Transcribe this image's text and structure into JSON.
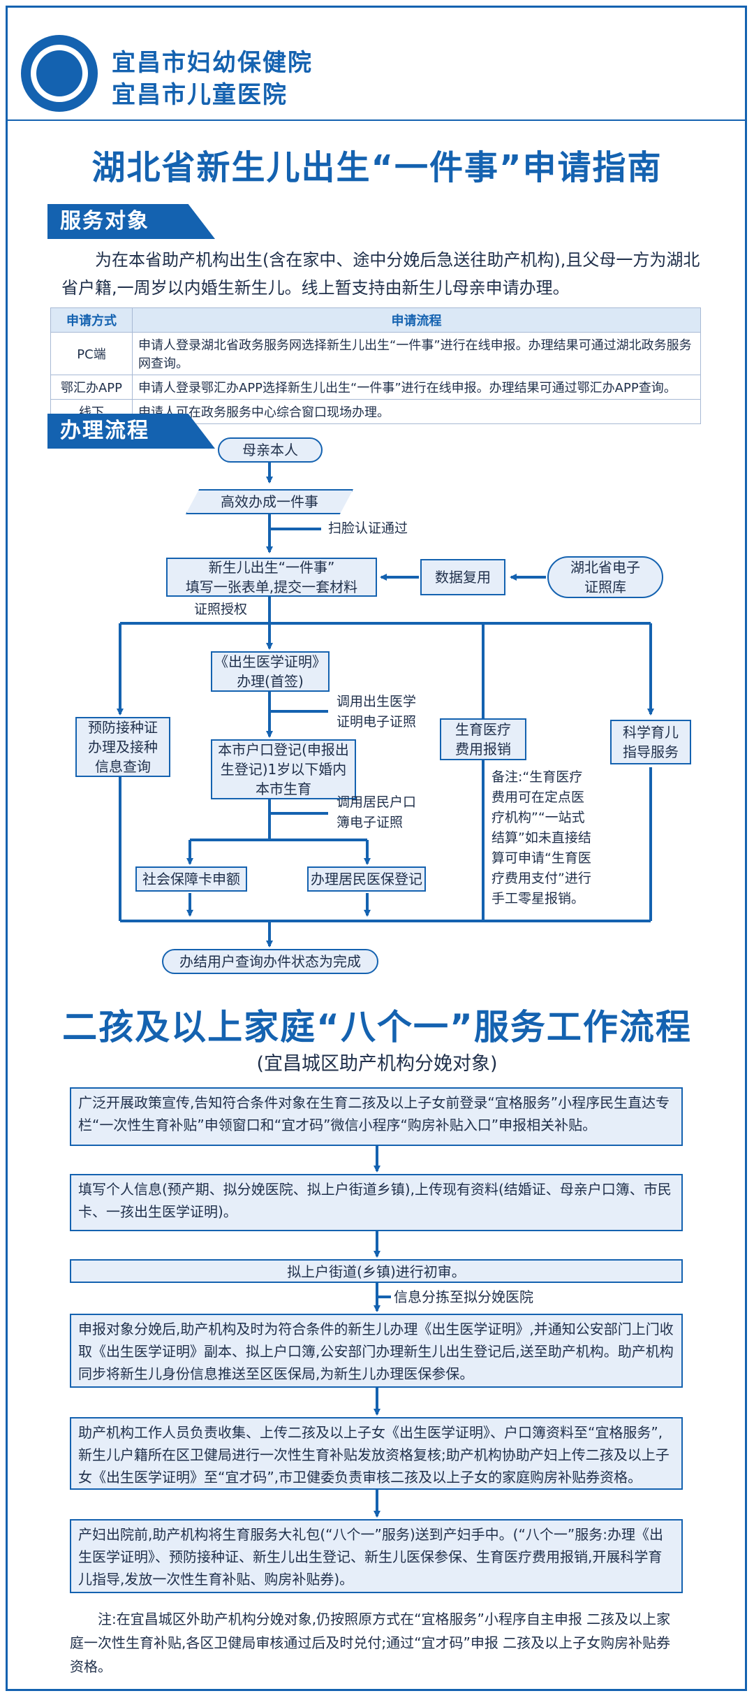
{
  "header": {
    "hospital_name_1": "宜昌市妇幼保健院",
    "hospital_name_2": "宜昌市儿童医院"
  },
  "part1": {
    "title": "湖北省新生儿出生“一件事”申请指南",
    "service_section_tag": "服务对象",
    "service_text": "为在本省助产机构出生(含在家中、途中分娩后急送往助产机构),且父母一方为湖北省户籍,一周岁以内婚生新生儿。线上暂支持由新生儿母亲申请办理。",
    "table": {
      "headers": [
        "申请方式",
        "申请流程"
      ],
      "rows": [
        {
          "method": "PC端",
          "flow": "申请人登录湖北省政务服务网选择新生儿出生“一件事”进行在线申报。办理结果可通过湖北政务服务网查询。"
        },
        {
          "method": "鄂汇办APP",
          "flow": "申请人登录鄂汇办APP选择新生儿出生“一件事”进行在线申报。办理结果可通过鄂汇办APP查询。"
        },
        {
          "method": "线下",
          "flow": "申请人可在政务服务中心综合窗口现场办理。"
        }
      ]
    },
    "process_section_tag": "办理流程"
  },
  "flow": {
    "mother": "母亲本人",
    "efficient": "高效办成一件事",
    "face_auth": "扫脸认证通过",
    "form_line1": "新生儿出生“一件事”",
    "form_line2": "填写一张表单,提交一套材料",
    "data_reuse": "数据复用",
    "cert_lib_line1": "湖北省电子",
    "cert_lib_line2": "证照库",
    "cert_auth": "证照授权",
    "birth_cert_line1": "《出生医学证明》",
    "birth_cert_line2": "办理(首签)",
    "call_birth_line1": "调用出生医学",
    "call_birth_line2": "证明电子证照",
    "vaccine_line1": "预防接种证",
    "vaccine_line2": "办理及接种",
    "vaccine_line3": "信息查询",
    "hukou_line1": "本市户口登记(申报出",
    "hukou_line2": "生登记)1岁以下婚内",
    "hukou_line3": "本市生育",
    "call_hukou_line1": "调用居民户口",
    "call_hukou_line2": "簿电子证照",
    "medical_line1": "生育医疗",
    "medical_line2": "费用报销",
    "parenting_line1": "科学育儿",
    "parenting_line2": "指导服务",
    "note_lines": [
      "备注:“生育医疗",
      "费用可在定点医",
      "疗机构”“一站式",
      "结算”如未直接结",
      "算可申请“生育医",
      "疗费用支付”进行",
      "手工零星报销。"
    ],
    "social_card": "社会保障卡申额",
    "resident_insurance": "办理居民医保登记",
    "complete": "办结用户查询办件状态为完成"
  },
  "part2": {
    "title": "二孩及以上家庭“八个一”服务工作流程",
    "subtitle": "(宜昌城区助产机构分娩对象)",
    "step1": "广泛开展政策宣传,告知符合条件对象在生育二孩及以上子女前登录“宜格服务”小程序民生直达专栏“一次性生育补贴”申领窗口和“宜才码”微信小程序“购房补贴入口”申报相关补贴。",
    "step2": "填写个人信息(预产期、拟分娩医院、拟上户街道乡镇),上传现有资料(结婚证、母亲户口簿、市民卡、一孩出生医学证明)。",
    "step3": "拟上户街道(乡镇)进行初审。",
    "info_sort": "信息分拣至拟分娩医院",
    "step4": "申报对象分娩后,助产机构及时为符合条件的新生儿办理《出生医学证明》,并通知公安部门上门收取《出生医学证明》副本、拟上户口簿,公安部门办理新生儿出生登记后,送至助产机构。助产机构同步将新生儿身份信息推送至区医保局,为新生儿办理医保参保。",
    "step5": "助产机构工作人员负责收集、上传二孩及以上子女《出生医学证明》、户口簿资料至“宜格服务”,新生儿户籍所在区卫健局进行一次性生育补贴发放资格复核;助产机构协助产妇上传二孩及以上子女《出生医学证明》至“宜才码”,市卫健委负责审核二孩及以上子女的家庭购房补贴券资格。",
    "step6": "产妇出院前,助产机构将生育服务大礼包(“八个一”服务)送到产妇手中。(“八个一”服务:办理《出生医学证明》、预防接种证、新生儿出生登记、新生儿医保参保、生育医疗费用报销,开展科学育儿指导,发放一次性生育补贴、购房补贴券)。",
    "footnote": "注:在宜昌城区外助产机构分娩对象,仍按照原方式在“宜格服务”小程序自主申报 二孩及以上家庭一次性生育补贴,各区卫健局审核通过后及时兑付;通过“宜才码”申报 二孩及以上子女购房补贴券资格。"
  },
  "colors": {
    "brand": "#1462b0",
    "box_fill": "#e6eef9",
    "table_header": "#dbe8f6"
  },
  "icons": {
    "logo": "hospital-logo-icon"
  }
}
